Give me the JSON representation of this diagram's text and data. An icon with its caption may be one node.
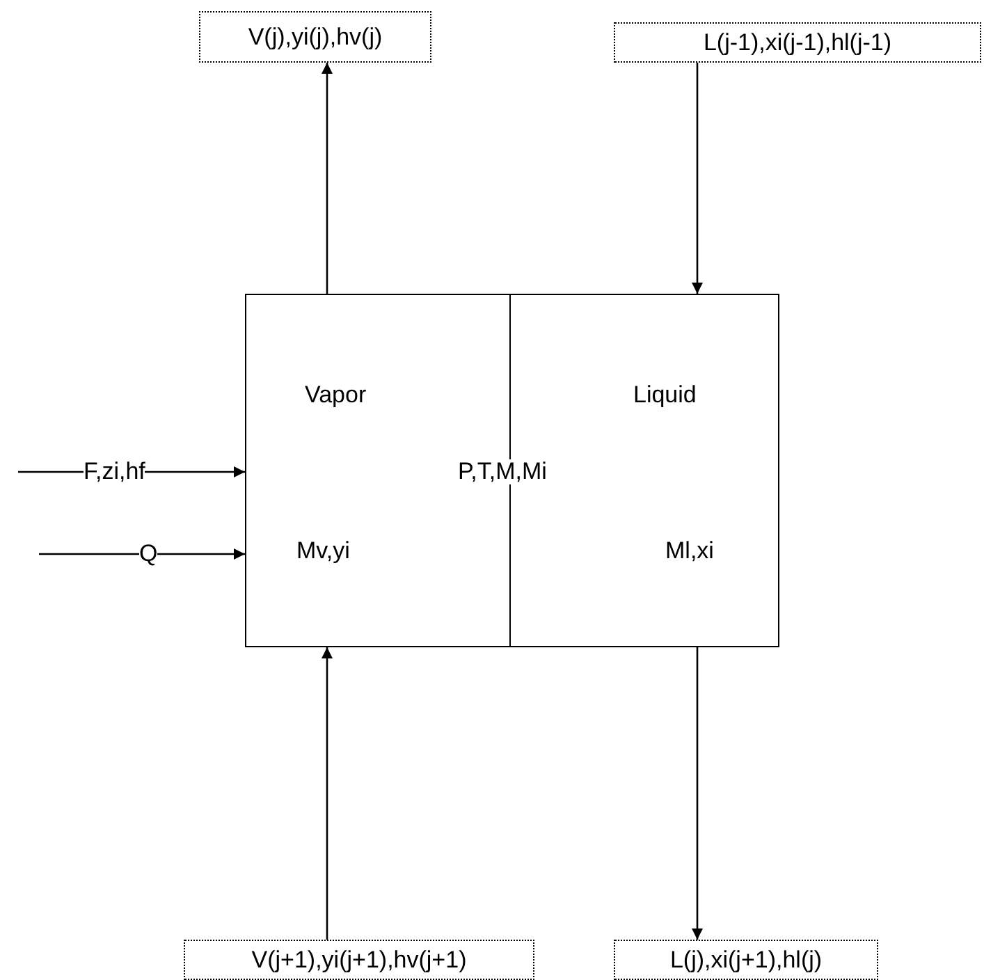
{
  "diagram": {
    "nodes": [
      {
        "text": [
          "V(j),yi(j),hv(j)"
        ]
      },
      {
        "text": [
          "L(j-1),xi(j-1),hl(j-1)"
        ]
      },
      {
        "text": [
          "Vapor",
          "Mv,yi"
        ]
      },
      {
        "text": [
          "Liquid",
          "Ml,xi"
        ]
      },
      {
        "text": [
          "V(j+1),yi(j+1),hv(j+1)"
        ]
      },
      {
        "text": [
          "L(j),xi(j+1),hl(j)"
        ]
      }
    ],
    "edges": [
      {
        "from": 2,
        "to": 0,
        "arrow": "to"
      },
      {
        "from": 1,
        "to": 3,
        "arrow": "to"
      },
      {
        "from": 4,
        "to": 2,
        "arrow": "to"
      },
      {
        "from": 3,
        "to": 5,
        "arrow": "to"
      },
      {
        "from": null,
        "to": 2,
        "label": "F,zi,hf",
        "arrow": "to"
      },
      {
        "from": null,
        "to": 2,
        "label": "Q",
        "arrow": "to"
      }
    ],
    "labels": [
      "P,T,M,Mi"
    ]
  }
}
